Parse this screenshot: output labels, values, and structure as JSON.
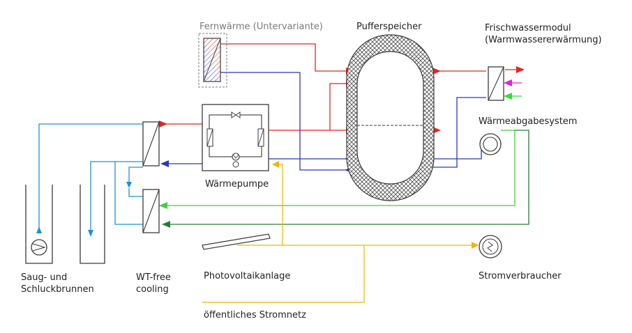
{
  "labels": {
    "district_heating": "Fernwärme (Untervariante)",
    "buffer_tank": "Pufferspeicher",
    "fresh_water_module": "Frischwassermodul\n(Warmwassererwärmung)",
    "heat_emission_system": "Wärmeabgabesystem",
    "heat_pump": "Wärmepumpe",
    "wells": "Saug- und\nSchluckbrunnen",
    "free_cooling_exchanger": "WT-free\ncooling",
    "photovoltaic": "Photovoltaikanlage",
    "power_consumer": "Stromverbraucher",
    "public_grid": "öffentliches Stromnetz"
  },
  "colors": {
    "hot": "#e8231f",
    "cold": "#2a36c4",
    "groundwater": "#1e90d8",
    "cooling_supply": "#3ecf3e",
    "cooling_return": "#2a7a3a",
    "electric": "#f2b400",
    "dhw_circulation": "#e020e0",
    "cold_water": "#33dd33",
    "equipment": "#3a3a3a",
    "insulation_hatch": "#555555",
    "district_heating_frame": "#777777"
  }
}
